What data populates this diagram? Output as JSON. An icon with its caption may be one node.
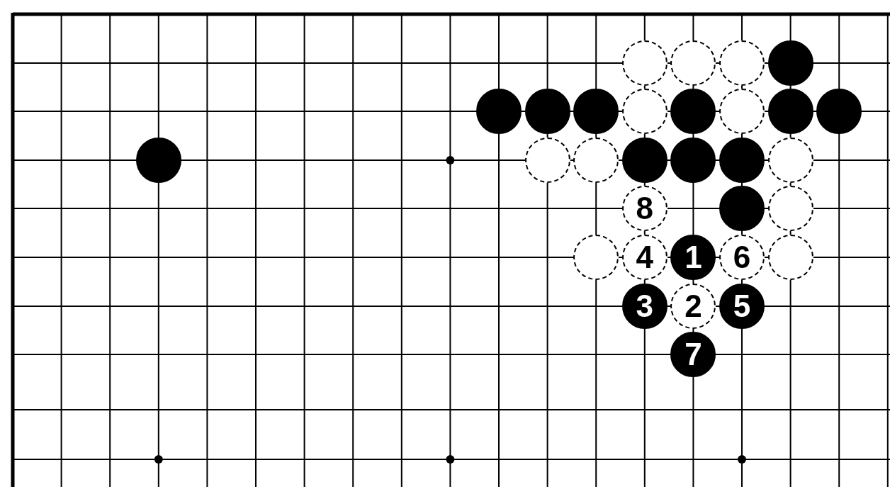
{
  "diagram": {
    "nodes": [
      {
        "text": [],
        "shape": "circle"
      },
      {
        "text": [],
        "shape": "circle"
      },
      {
        "text": [],
        "shape": "circle"
      },
      {
        "text": [],
        "shape": "circle"
      },
      {
        "text": [],
        "shape": "circle"
      },
      {
        "text": [],
        "shape": "circle"
      },
      {
        "text": [],
        "shape": "circle"
      },
      {
        "text": [],
        "shape": "circle"
      },
      {
        "text": [],
        "shape": "circle"
      },
      {
        "text": [],
        "shape": "circle"
      },
      {
        "text": [],
        "shape": "circle"
      },
      {
        "text": [],
        "shape": "circle"
      },
      {
        "text": [],
        "shape": "circle"
      },
      {
        "text": [],
        "shape": "circle"
      },
      {
        "text": [],
        "shape": "circle"
      },
      {
        "text": [],
        "shape": "circle"
      },
      {
        "text": [],
        "shape": "circle"
      },
      {
        "text": [],
        "shape": "circle"
      },
      {
        "text": [],
        "shape": "circle"
      },
      {
        "text": [
          "8"
        ]
      },
      {
        "text": [],
        "shape": "circle"
      },
      {
        "text": [],
        "shape": "circle"
      },
      {
        "text": [],
        "shape": "circle"
      },
      {
        "text": [
          "4"
        ]
      },
      {
        "text": [
          "1"
        ]
      },
      {
        "text": [
          "6"
        ]
      },
      {
        "text": [],
        "shape": "circle"
      },
      {
        "text": [
          "3"
        ]
      },
      {
        "text": [
          "2"
        ]
      },
      {
        "text": [
          "5"
        ]
      },
      {
        "text": [
          "7"
        ]
      }
    ]
  }
}
